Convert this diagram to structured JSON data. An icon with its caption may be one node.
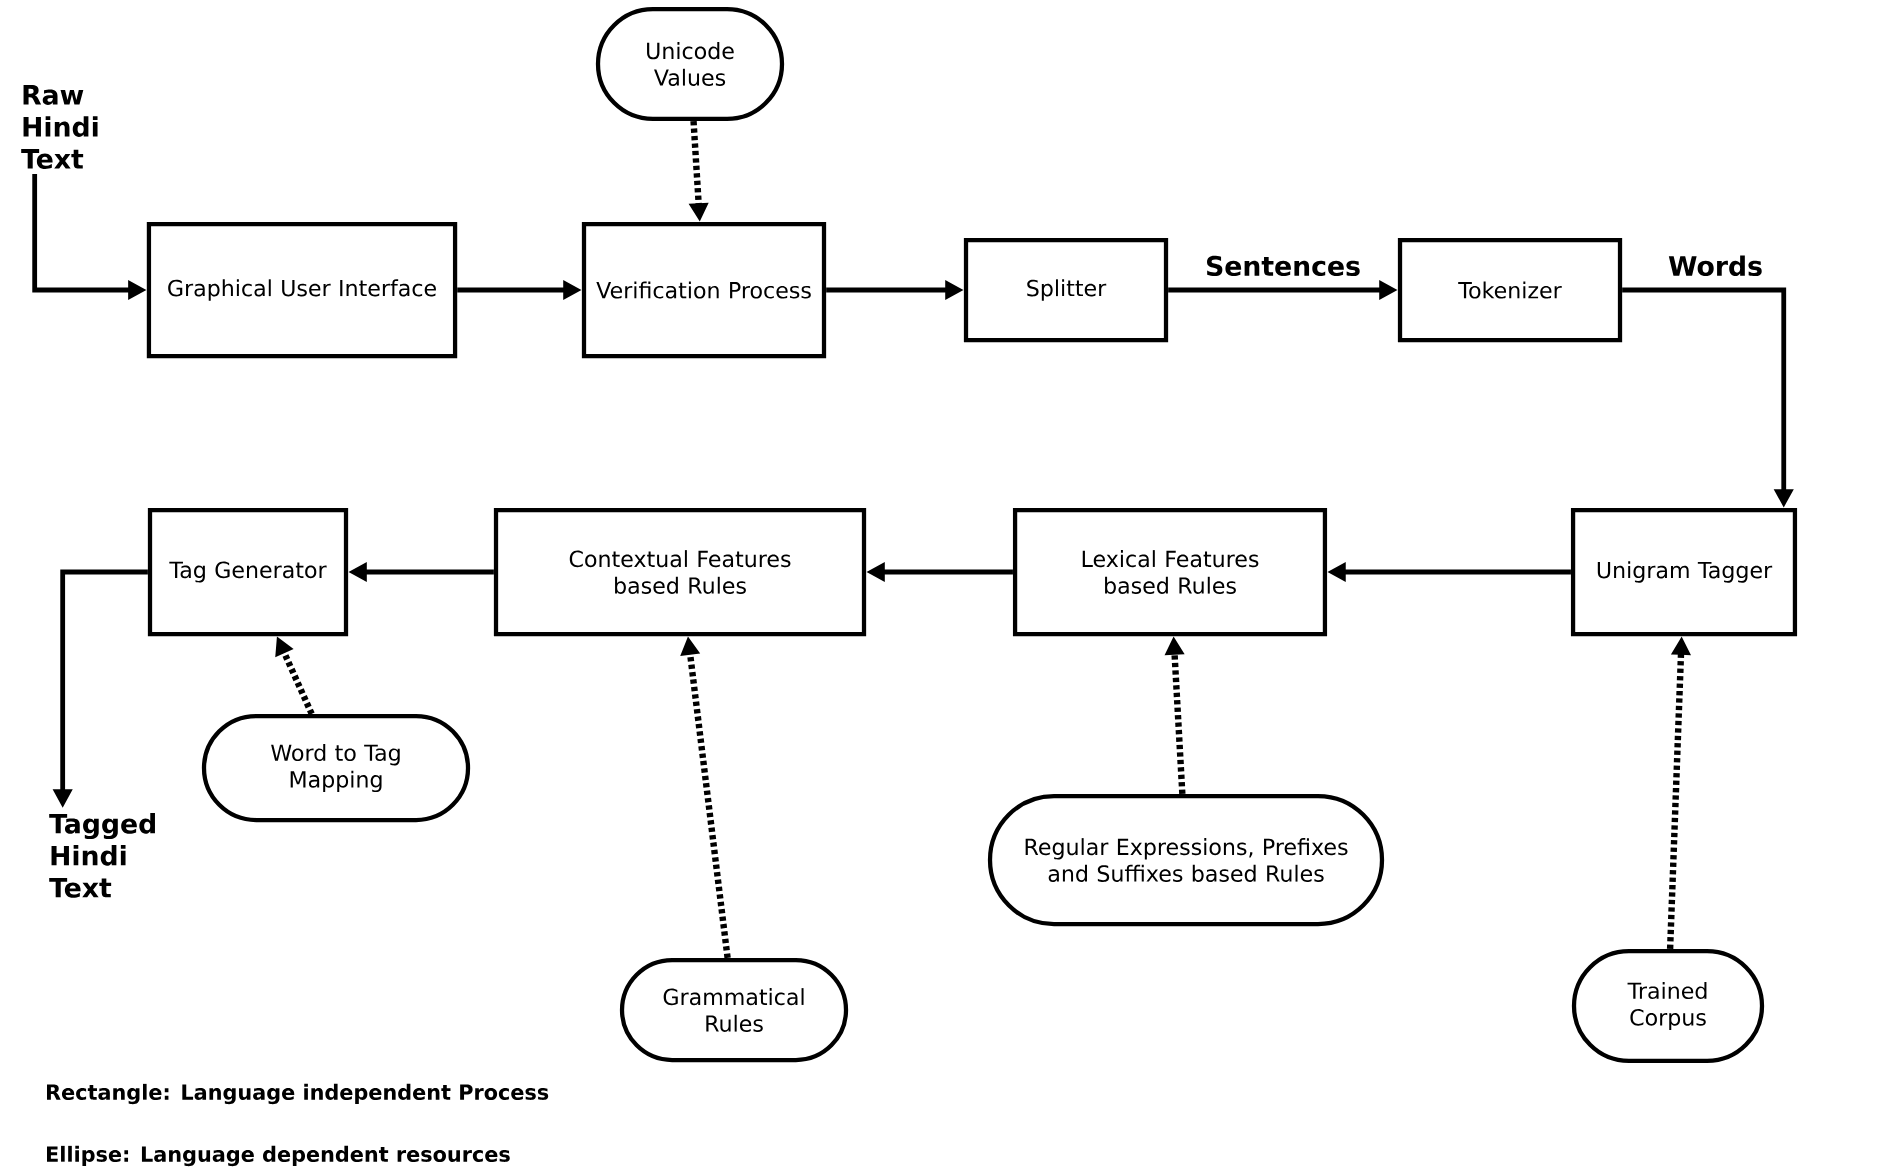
{
  "diagram": {
    "nodes": [
      {
        "text": [
          "Raw Hindi Text"
        ]
      },
      {
        "text": [
          "Graphical User Interface"
        ]
      },
      {
        "text": [
          "Unicode Values"
        ]
      },
      {
        "text": [
          "Verification Process"
        ]
      },
      {
        "text": [
          "Splitter"
        ]
      },
      {
        "text": [
          "Tokenizer"
        ]
      },
      {
        "text": [
          "Unigram Tagger"
        ]
      },
      {
        "text": [
          "Lexical Features based Rules"
        ]
      },
      {
        "text": [
          "Contextual Features based Rules"
        ]
      },
      {
        "text": [
          "Tag Generator"
        ]
      },
      {
        "text": [
          "Tagged Hindi Text"
        ]
      },
      {
        "text": [
          "Word to Tag Mapping"
        ]
      },
      {
        "text": [
          "Grammatical Rules"
        ]
      },
      {
        "text": [
          "Regular Expressions, Prefixes and Suffixes based Rules"
        ]
      },
      {
        "text": [
          "Trained Corpus"
        ]
      }
    ],
    "edges": [
      {
        "from": 0,
        "to": 1,
        "arrow": "to"
      },
      {
        "from": 1,
        "to": 3,
        "arrow": "to"
      },
      {
        "from": 2,
        "to": 3,
        "arrow": "to",
        "style": "dashed"
      },
      {
        "from": 3,
        "to": 4,
        "arrow": "to"
      },
      {
        "from": 4,
        "to": 5,
        "arrow": "to",
        "label": "Sentences"
      },
      {
        "from": 5,
        "to": 6,
        "arrow": "to",
        "label": "Words"
      },
      {
        "from": 6,
        "to": 7,
        "arrow": "to"
      },
      {
        "from": 7,
        "to": 8,
        "arrow": "to"
      },
      {
        "from": 8,
        "to": 9,
        "arrow": "to"
      },
      {
        "from": 9,
        "to": 10,
        "arrow": "to"
      },
      {
        "from": 11,
        "to": 9,
        "arrow": "to",
        "style": "dashed"
      },
      {
        "from": 12,
        "to": 8,
        "arrow": "to",
        "style": "dashed"
      },
      {
        "from": 13,
        "to": 7,
        "arrow": "to",
        "style": "dashed"
      },
      {
        "from": 14,
        "to": 6,
        "arrow": "to",
        "style": "dashed"
      }
    ],
    "labels": [
      "Rectangle: Language independent Process",
      "Ellipse: Language dependent resources"
    ]
  }
}
